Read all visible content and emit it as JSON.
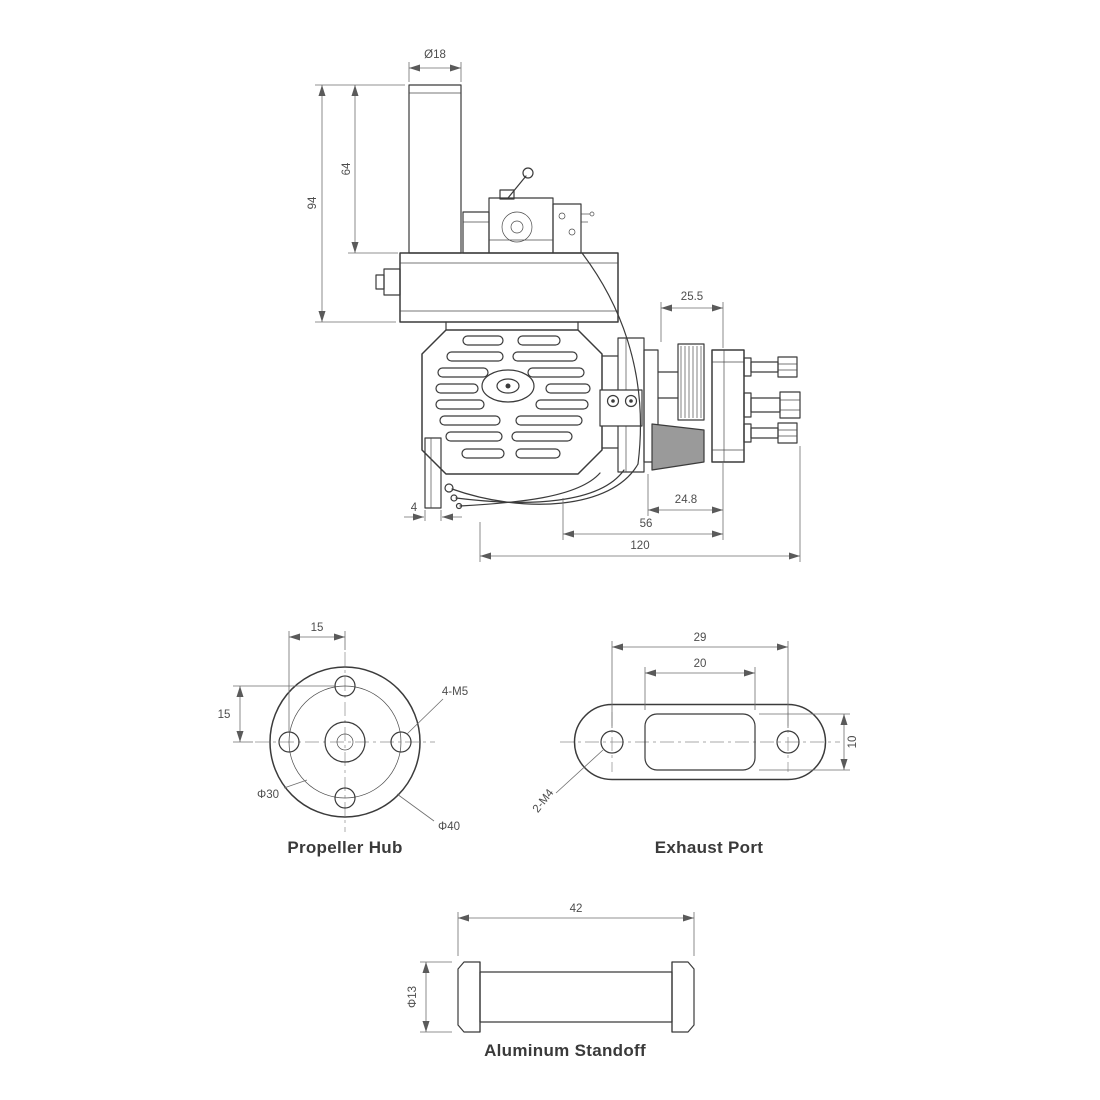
{
  "engine_view": {
    "dims": {
      "muffler_diameter": "Ø18",
      "muffler_height": "64",
      "total_height": "94",
      "hub_offset": "25.5",
      "lug_width": "4",
      "rear_length": "24.8",
      "mid_length": "56",
      "total_length": "120"
    }
  },
  "propeller_hub": {
    "caption": "Propeller Hub",
    "dims": {
      "hole_spacing_h": "15",
      "hole_spacing_v": "15",
      "bolt_thread": "4-M5",
      "bolt_circle": "Φ30",
      "outer_diameter": "Φ40"
    }
  },
  "exhaust_port": {
    "caption": "Exhaust Port",
    "dims": {
      "hole_spacing": "29",
      "port_width": "20",
      "port_height": "10",
      "hole_thread": "2-M4"
    }
  },
  "aluminum_standoff": {
    "caption": "Aluminum Standoff",
    "dims": {
      "length": "42",
      "diameter": "Φ13"
    }
  }
}
